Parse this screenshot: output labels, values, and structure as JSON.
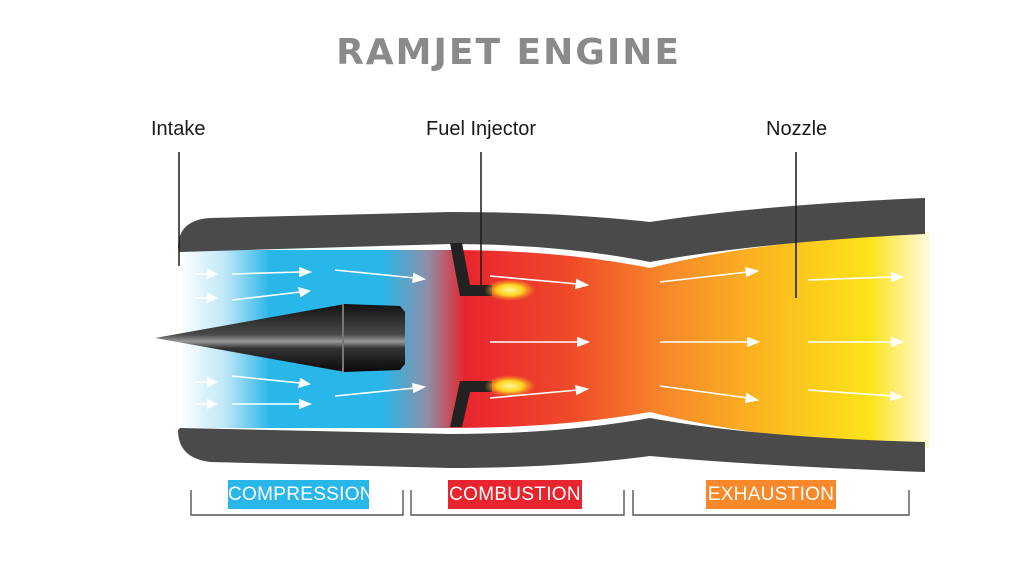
{
  "title": "RAMJET ENGINE",
  "labels": {
    "intake": "Intake",
    "fuel_injector": "Fuel Injector",
    "nozzle": "Nozzle"
  },
  "stages": [
    {
      "label": "COMPRESSION",
      "color": "#29b6e8"
    },
    {
      "label": "COMBUSTION",
      "color": "#e8252f"
    },
    {
      "label": "EXHAUSTION",
      "color": "#f7892a"
    }
  ],
  "colors": {
    "casing": "#4a4a4a",
    "title": "#8a8a8a",
    "flow_gradient": [
      "#ffffff",
      "#29b6e8",
      "#e8252f",
      "#f26a2a",
      "#f7a21f",
      "#fce31a",
      "#ffffff"
    ]
  }
}
